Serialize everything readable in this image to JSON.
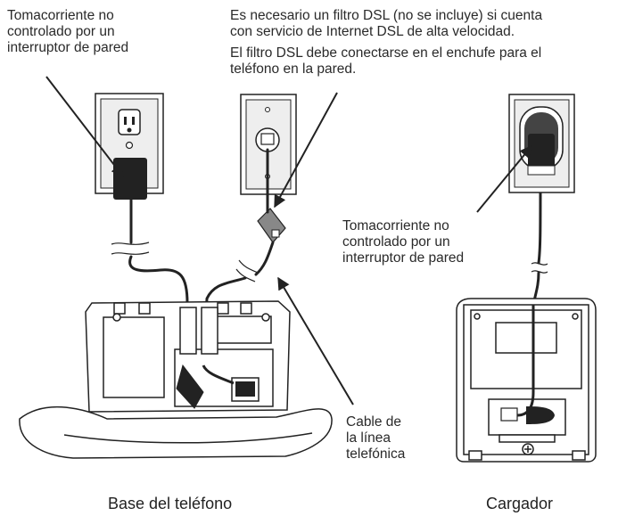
{
  "labels": {
    "outlet_base": [
      "Tomacorriente no",
      "controlado por un",
      "interruptor de pared"
    ],
    "dsl_note": [
      "Es necesario un filtro DSL (no se incluye) si cuenta",
      "con servicio de Internet DSL de alta velocidad.",
      "El filtro DSL debe conectarse en el enchufe para el",
      "teléfono en la pared."
    ],
    "outlet_charger": [
      "Tomacorriente no",
      "controlado por un",
      "interruptor de pared"
    ],
    "phone_line_cable": [
      "Cable de",
      "la línea",
      "telefónica"
    ]
  },
  "captions": {
    "base": "Base del teléfono",
    "charger": "Cargador"
  },
  "colors": {
    "line": "#222222",
    "plate": "#eeeeee",
    "plug": "#222222",
    "device_fill": "#ffffff"
  },
  "icons": [
    "power-outlet-icon",
    "phone-jack-icon",
    "dsl-filter-icon",
    "power-adapter-icon",
    "telephone-base-icon",
    "charger-icon"
  ]
}
